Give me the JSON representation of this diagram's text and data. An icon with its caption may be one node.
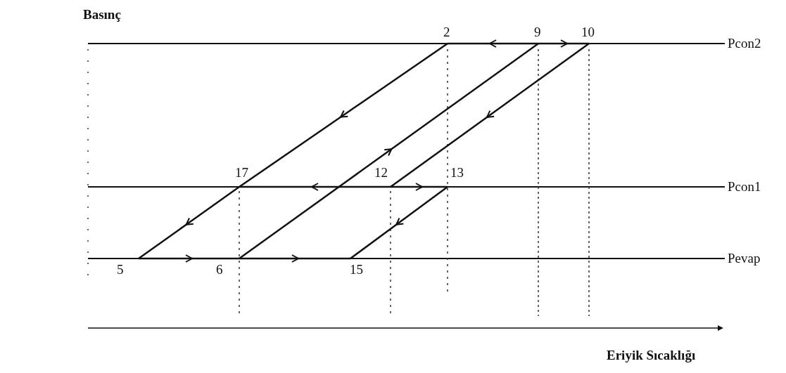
{
  "diagram": {
    "nodes": [
      {
        "text": [
          "2"
        ]
      },
      {
        "text": [
          "9"
        ]
      },
      {
        "text": [
          "10"
        ]
      },
      {
        "text": [
          "17"
        ]
      },
      {
        "text": [
          "12"
        ]
      },
      {
        "text": [
          "13"
        ]
      },
      {
        "text": [
          "5"
        ]
      },
      {
        "text": [
          "6"
        ]
      },
      {
        "text": [
          "15"
        ]
      }
    ],
    "edges": [
      {
        "from": 0,
        "to": 3,
        "arrow": "to"
      },
      {
        "from": 3,
        "to": 6,
        "arrow": "to"
      },
      {
        "from": 6,
        "to": 7,
        "arrow": "to"
      },
      {
        "from": 7,
        "to": 8,
        "arrow": "to"
      },
      {
        "from": 7,
        "to": 1,
        "arrow": "to"
      },
      {
        "from": 1,
        "to": 0,
        "arrow": "to"
      },
      {
        "from": 1,
        "to": 2,
        "arrow": "to"
      },
      {
        "from": 2,
        "to": 4,
        "arrow": "to"
      },
      {
        "from": 4,
        "to": 5,
        "arrow": "to"
      },
      {
        "from": 4,
        "to": 3,
        "arrow": "to"
      },
      {
        "from": 5,
        "to": 8,
        "arrow": "to"
      }
    ],
    "labels": [
      "Basınç",
      "Pcon2",
      "Pcon1",
      "Pevap",
      "Eriyik Sıcaklığı"
    ]
  }
}
